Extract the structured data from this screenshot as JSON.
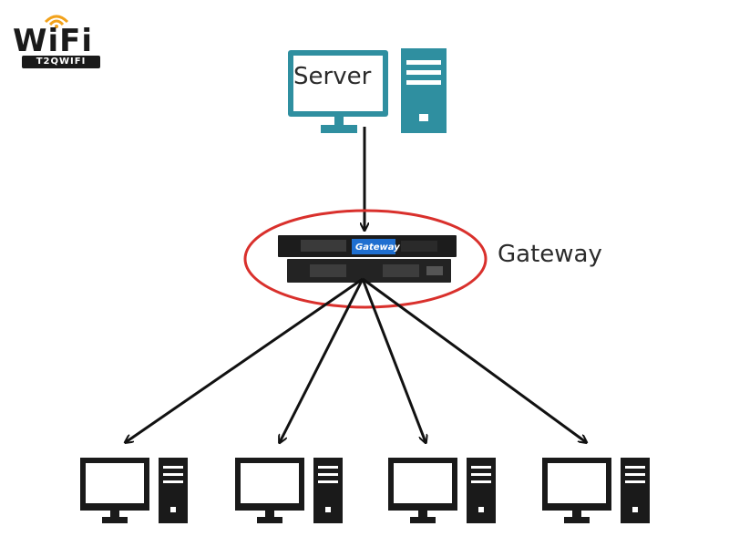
{
  "logo": {
    "text": "WiFi",
    "badge": "T2QWIFI"
  },
  "server": {
    "label": "Server",
    "color": "#2f8fa0"
  },
  "gateway": {
    "label": "Gateway",
    "device_text": "Gateway",
    "highlight_color": "#d9302c"
  },
  "clients": [
    {
      "icon": "desktop-computer-icon"
    },
    {
      "icon": "desktop-computer-icon"
    },
    {
      "icon": "desktop-computer-icon"
    },
    {
      "icon": "desktop-computer-icon"
    }
  ],
  "colors": {
    "computer": "#1a1a1a",
    "arrow": "#111111"
  }
}
